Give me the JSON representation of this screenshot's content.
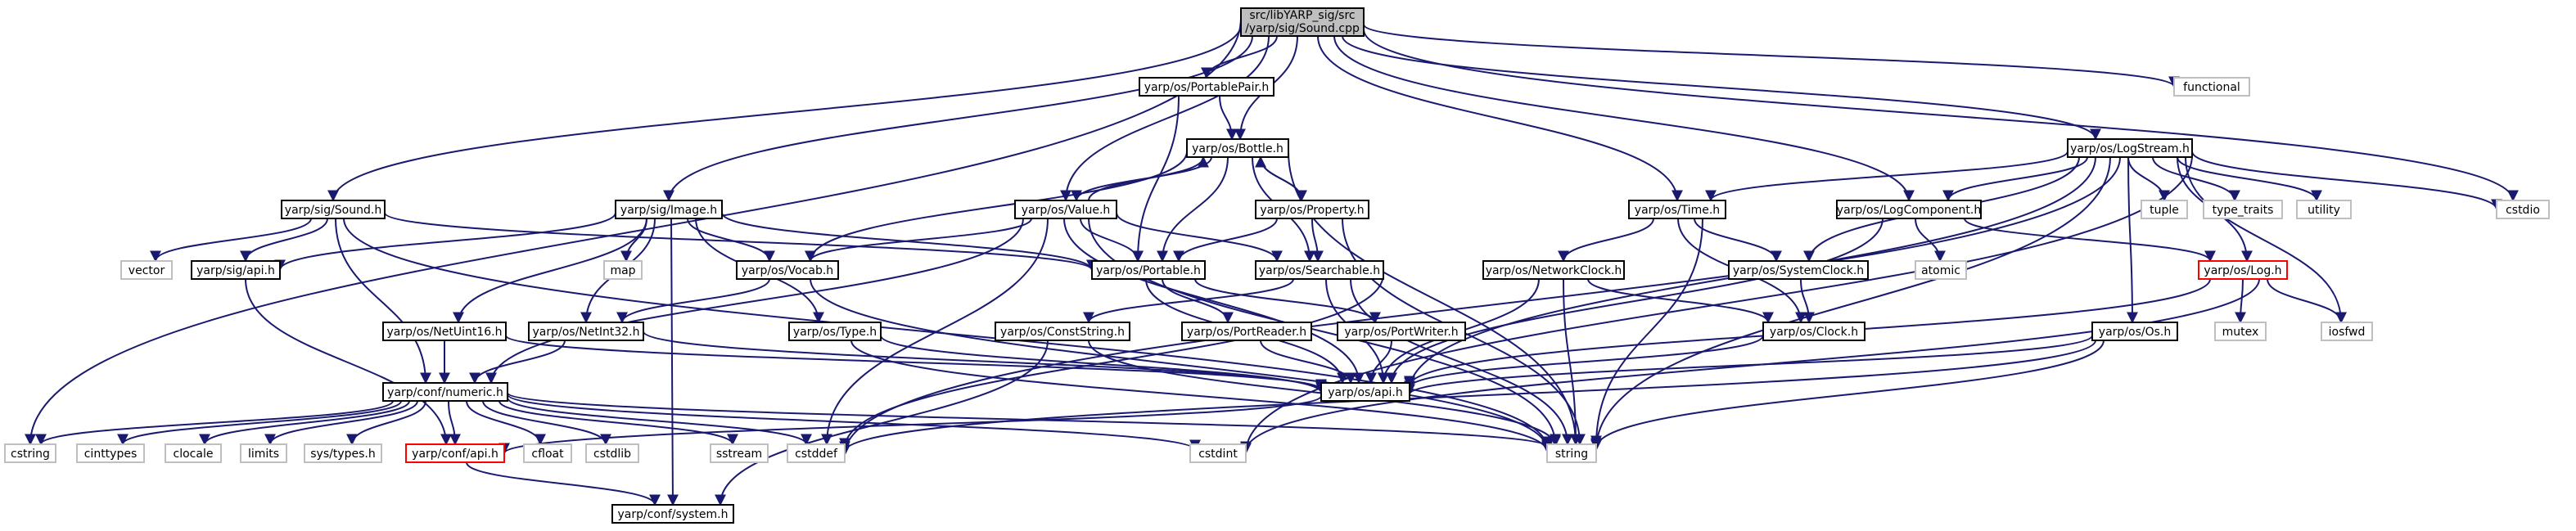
{
  "colors": {
    "edge": "#191970",
    "node_border": "#000000",
    "external_border": "#bfbfbf",
    "missing_border": "#ff0000",
    "root_fill": "#bfbfbf"
  },
  "root": {
    "line1": "src/libYARP_sig/src",
    "line2": "/yarp/sig/Sound.cpp"
  },
  "nodes": {
    "portablepair": "yarp/os/PortablePair.h",
    "functional": "functional",
    "bottle": "yarp/os/Bottle.h",
    "logstream": "yarp/os/LogStream.h",
    "sound_h": "yarp/sig/Sound.h",
    "image_h": "yarp/sig/Image.h",
    "value_h": "yarp/os/Value.h",
    "property_h": "yarp/os/Property.h",
    "time_h": "yarp/os/Time.h",
    "logcomponent_h": "yarp/os/LogComponent.h",
    "tuple": "tuple",
    "type_traits": "type_traits",
    "utility": "utility",
    "cstdio": "cstdio",
    "vector": "vector",
    "sig_api": "yarp/sig/api.h",
    "map": "map",
    "vocab_h": "yarp/os/Vocab.h",
    "portable_h": "yarp/os/Portable.h",
    "searchable_h": "yarp/os/Searchable.h",
    "networkclock_h": "yarp/os/NetworkClock.h",
    "systemclock_h": "yarp/os/SystemClock.h",
    "atomic": "atomic",
    "log_h": "yarp/os/Log.h",
    "netuint16": "yarp/os/NetUint16.h",
    "netint32": "yarp/os/NetInt32.h",
    "type_h": "yarp/os/Type.h",
    "conststring": "yarp/os/ConstString.h",
    "portreader": "yarp/os/PortReader.h",
    "portwriter": "yarp/os/PortWriter.h",
    "clock_h": "yarp/os/Clock.h",
    "os_h": "yarp/os/Os.h",
    "mutex": "mutex",
    "iosfwd": "iosfwd",
    "numeric_h": "yarp/conf/numeric.h",
    "os_api": "yarp/os/api.h",
    "cstring": "cstring",
    "cinttypes": "cinttypes",
    "clocale": "clocale",
    "limits": "limits",
    "systypes": "sys/types.h",
    "conf_api": "yarp/conf/api.h",
    "cfloat": "cfloat",
    "cstdlib": "cstdlib",
    "sstream": "sstream",
    "cstddef": "cstddef",
    "cstdint": "cstdint",
    "string": "string",
    "conf_system": "yarp/conf/system.h"
  }
}
